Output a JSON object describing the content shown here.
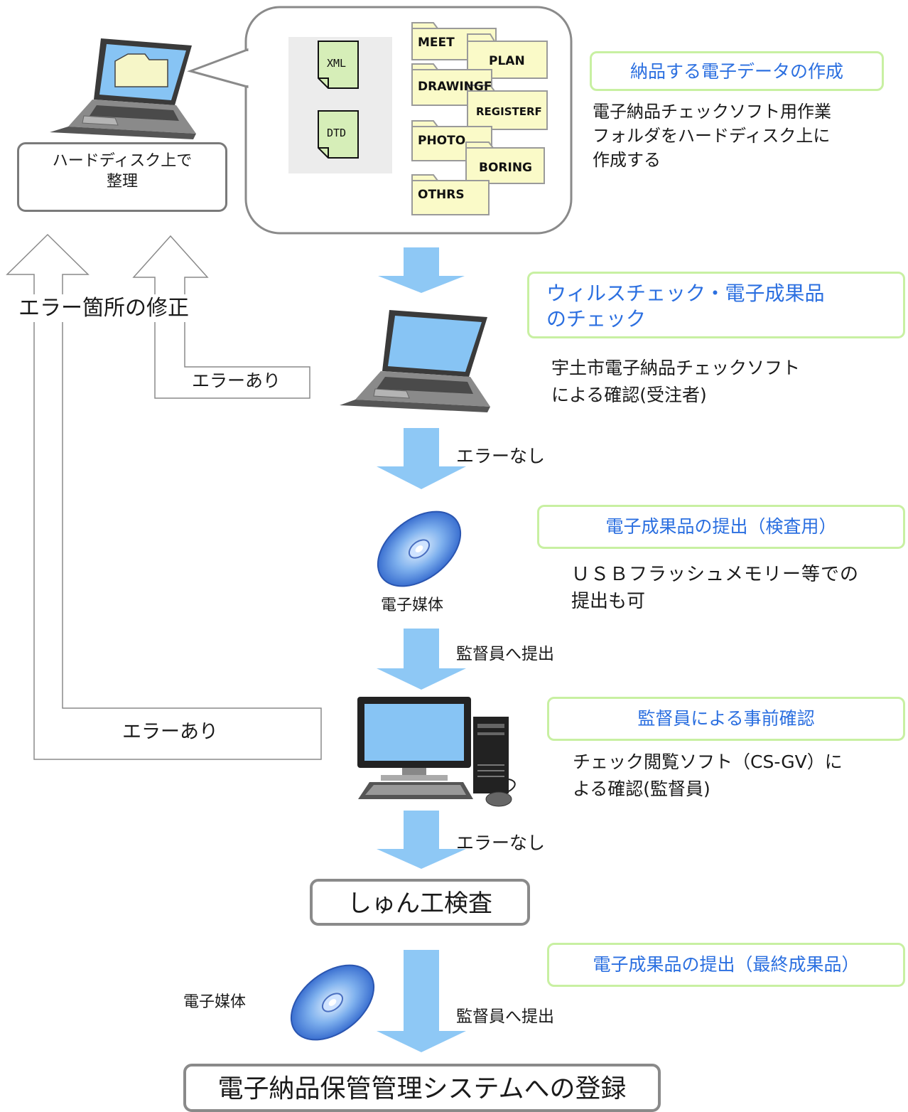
{
  "colors": {
    "arrow_fill": "#8ec8f5",
    "green_border": "#c8f0a2",
    "blue_text": "#2b6fe0",
    "folder_fill": "#fafac8"
  },
  "hd": {
    "line1": "ハードディスク上で",
    "line2": "整理"
  },
  "files": {
    "xml": "XML",
    "dtd": "DTD"
  },
  "folders": [
    "MEET",
    "PLAN",
    "DRAWINGF",
    "REGISTERF",
    "PHOTO",
    "BORING",
    "OTHRS"
  ],
  "steps": {
    "create": {
      "title": "納品する電子データの作成",
      "desc": [
        "電子納品チェックソフト用作業",
        "フォルダをハードディスク上に",
        "作成する"
      ]
    },
    "check": {
      "title": [
        "ウィルスチェック・電子成果品",
        "のチェック"
      ],
      "desc": [
        "宇土市電子納品チェックソフト",
        "による確認(受注者)"
      ]
    },
    "submit_inspect": {
      "title": "電子成果品の提出（検査用）",
      "desc": [
        "ＵＳＢフラッシュメモリー等での",
        "提出も可"
      ]
    },
    "pre_check": {
      "title": "監督員による事前確認",
      "desc": [
        "チェック閲覧ソフト（CS-GV）に",
        "よる確認(監督員)"
      ]
    },
    "submit_final": {
      "title": "電子成果品の提出（最終成果品）"
    }
  },
  "labels": {
    "fix": "エラー箇所の修正",
    "error_yes": "エラーあり",
    "error_no": "エラーなし",
    "media": "電子媒体",
    "submit_to": "監督員へ提出",
    "inspection": "しゅん工検査",
    "register": "電子納品保管管理システムへの登録"
  }
}
